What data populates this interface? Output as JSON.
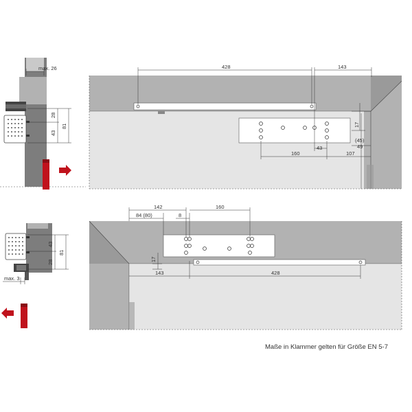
{
  "labels": {
    "max_26": "max. 26",
    "max_3": "max. 3",
    "d_428_top": "428",
    "d_143_top": "143",
    "d_160_top": "160",
    "d_107": "107",
    "d_43_top": "43",
    "d_17_top": "17",
    "d_45": "(45)",
    "d_49": "49",
    "side1_28": "28",
    "side1_43": "43",
    "side1_81": "81",
    "d_142": "142",
    "d_84_80": "84 (80)",
    "d_8": "8",
    "d_160_bot": "160",
    "d_17_bot": "17",
    "d_143_bot": "143",
    "d_428_bot": "428",
    "side2_43": "43",
    "side2_28": "28",
    "side2_81": "81"
  },
  "note": "Maße in Klammer gelten für Größe EN 5-7",
  "colors": {
    "wall": "#b2b2b2",
    "wall_dark": "#7d7d7d",
    "arrow_red": "#c0121c"
  }
}
